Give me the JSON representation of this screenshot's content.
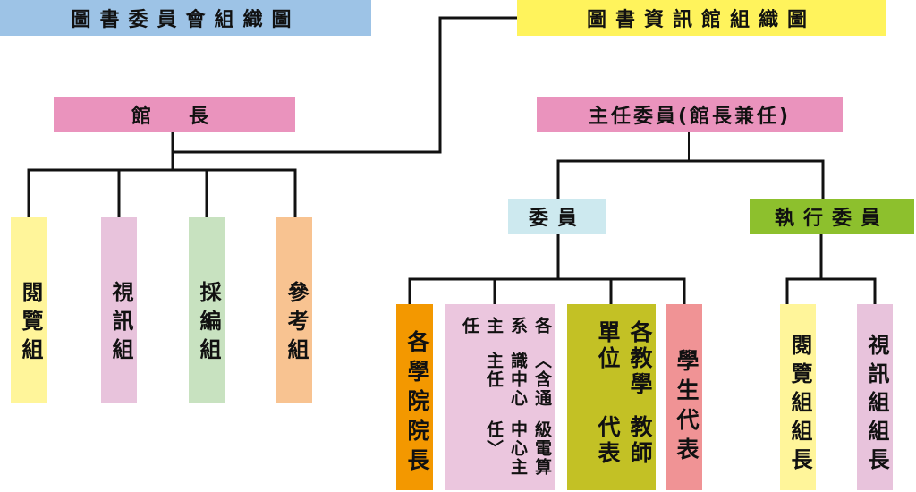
{
  "titles": {
    "committee": "圖書委員會組織圖",
    "library": "圖書資訊館組織圖"
  },
  "left": {
    "head": "館　長",
    "units": [
      "閱覽組",
      "視訊組",
      "採編組",
      "參考組"
    ]
  },
  "right": {
    "head": "主任委員(館長兼任)",
    "members": "委員",
    "executive": "執行委員",
    "member_groups": [
      {
        "lines": [
          "各學院院長"
        ]
      },
      {
        "lines": [
          "各系主任",
          "〈含通識中心主任",
          "級電算中心主任〉"
        ]
      },
      {
        "lines": [
          "各教學單位",
          "教師代表"
        ]
      },
      {
        "lines": [
          "學生代表"
        ]
      }
    ],
    "executive_groups": [
      "閱覽組組長",
      "視訊組組長"
    ]
  },
  "colors": {
    "blue": "#9dc3e6",
    "yellow": "#fff35c",
    "pink": "#ea93bd",
    "light_yellow": "#fff59a",
    "light_pink": "#e8c3dc",
    "light_green": "#c8e2c0",
    "light_orange": "#f8c391",
    "light_blue": "#cde9ef",
    "green": "#8dc02d",
    "orange": "#f39800",
    "olive": "#c3c125",
    "salmon": "#f09395"
  }
}
